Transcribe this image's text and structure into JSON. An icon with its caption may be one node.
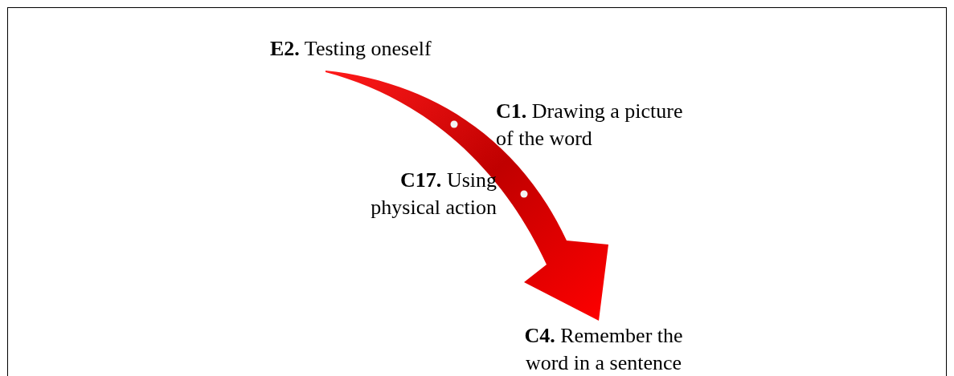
{
  "diagram": {
    "nodes": [
      {
        "text": [
          "**E2.** Testing oneself"
        ]
      },
      {
        "text": [
          "**C1.** Drawing a picture of the word"
        ]
      },
      {
        "text": [
          "**C17.** Using physical action"
        ]
      },
      {
        "text": [
          "**C4.** Remember the word in a sentence"
        ]
      }
    ],
    "edges": [
      {
        "from": 0,
        "to": 3,
        "arrow": "to"
      }
    ]
  }
}
